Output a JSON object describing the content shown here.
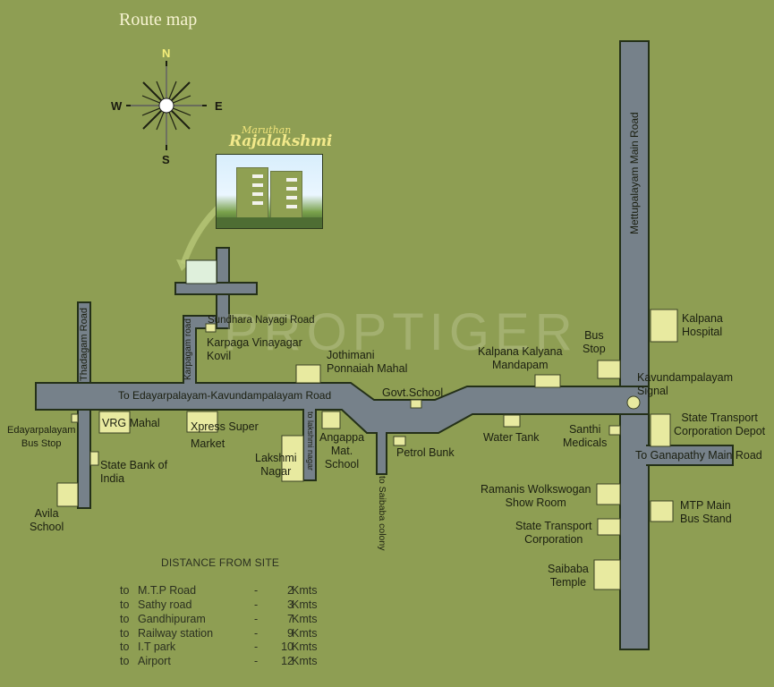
{
  "title": "Route map",
  "compass": {
    "n": "N",
    "s": "S",
    "e": "E",
    "w": "W",
    "icon": "compass-rose-icon"
  },
  "project": {
    "name_line1": "Maruthan",
    "name_line2": "Rajalakshmi",
    "image": "building-photo"
  },
  "watermark": "PROPTIGER",
  "roads": {
    "main_horizontal": "To Edayarpalayam-Kavundampalayam Road",
    "mettupalayam": "Mettupalayam Main Road",
    "thadagam": "Thadagam Road",
    "karpagam": "Karpagam road",
    "lakshmi_nagar": "to lakshmi nagar",
    "saibaba_colony": "to Saibaba colony",
    "ganapathy": "To Ganapathy Main Road",
    "sundhara": "Sundhara Nayagi Road"
  },
  "landmarks": {
    "karpaga": [
      "Karpaga Vinayagar",
      "Kovil"
    ],
    "jothimani": [
      "Jothimani",
      "Ponnaiah Mahal"
    ],
    "kalpana_kalyana": [
      "Kalpana Kalyana",
      "Mandapam"
    ],
    "bus_stop": [
      "Bus",
      "Stop"
    ],
    "kalpana_hospital": [
      "Kalpana",
      "Hospital"
    ],
    "signal": [
      "Kavundampalayam",
      "Signal"
    ],
    "govt_school": "Govt.School",
    "edayar_bus": [
      "Edayarpalayam",
      "Bus Stop"
    ],
    "vrg": [
      "VRG",
      "Mahal"
    ],
    "xpress": [
      "Xpress Super",
      "Market"
    ],
    "lakshmi": [
      "Lakshmi",
      "Nagar"
    ],
    "angappa": [
      "Angappa",
      "Mat.",
      "School"
    ],
    "petrol": "Petrol Bunk",
    "water_tank": "Water Tank",
    "santhi": [
      "Santhi",
      "Medicals"
    ],
    "stc_depot": [
      "State Transport",
      "Corporation Depot"
    ],
    "sbi": [
      "State Bank of",
      "India"
    ],
    "avila": [
      "Avila",
      "School"
    ],
    "ramanis": [
      "Ramanis Wolkswogan",
      "Show Room"
    ],
    "mtp_bus": [
      "MTP Main",
      "Bus Stand"
    ],
    "stc": [
      "State Transport",
      "Corporation"
    ],
    "saibaba_temple": [
      "Saibaba",
      "Temple"
    ]
  },
  "distance": {
    "heading": "DISTANCE FROM SITE",
    "rows": [
      {
        "prefix": "to",
        "place": "M.T.P Road",
        "dash": "-",
        "km": "2",
        "unit": "Kmts"
      },
      {
        "prefix": "to",
        "place": "Sathy road",
        "dash": "-",
        "km": "3",
        "unit": "Kmts"
      },
      {
        "prefix": "to",
        "place": "Gandhipuram",
        "dash": "-",
        "km": "7",
        "unit": "Kmts"
      },
      {
        "prefix": "to",
        "place": "Railway station",
        "dash": "-",
        "km": "9",
        "unit": "Kmts"
      },
      {
        "prefix": "to",
        "place": "I.T park",
        "dash": "-",
        "km": "10",
        "unit": "Kmts"
      },
      {
        "prefix": "to",
        "place": "Airport",
        "dash": "-",
        "km": "12",
        "unit": "Kmts"
      }
    ]
  },
  "colors": {
    "background": "#8e9e53",
    "road": "#76818a",
    "road_edge": "#2a3320",
    "landmark": "#e8eaa0",
    "site": "#dff0dc"
  }
}
